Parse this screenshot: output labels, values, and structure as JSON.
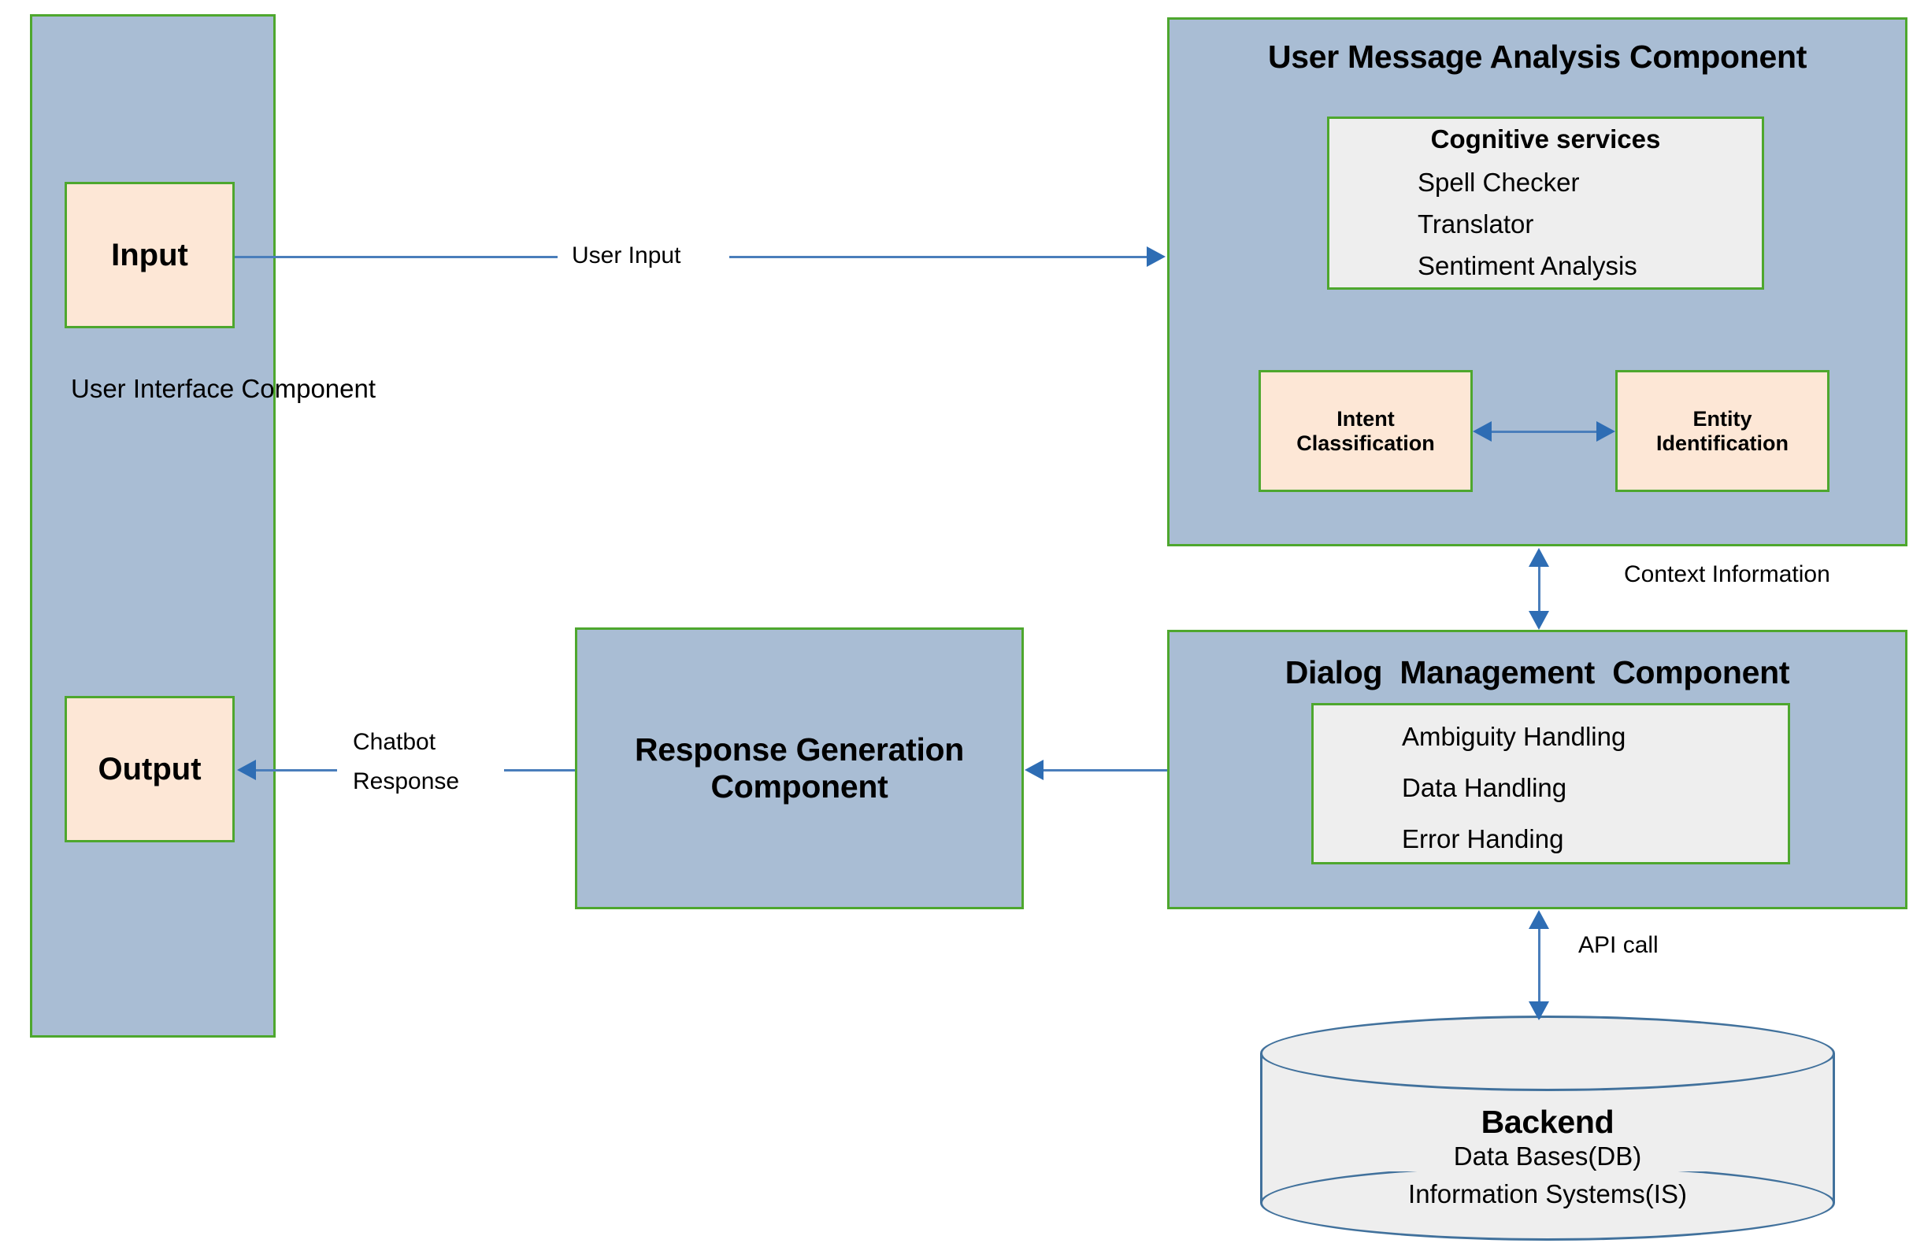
{
  "diagram": {
    "title": "Chatbot Architecture Component Diagram",
    "colors": {
      "component_fill": "#A9BDD4",
      "component_border": "#4EA72E",
      "io_fill": "#FDE7D6",
      "inner_panel_fill": "#EEEEEE",
      "arrow": "#4A7EBB",
      "arrow_head": "#2E6DB4",
      "cylinder_border": "#41719C",
      "background": "#FFFFFF"
    }
  },
  "user_interface_component": {
    "label": "User Interface Component",
    "input_box": {
      "label": "Input"
    },
    "output_box": {
      "label": "Output"
    }
  },
  "user_message_analysis_component": {
    "title": "User Message Analysis Component",
    "cognitive_services": {
      "title": "Cognitive services",
      "items": [
        "Spell Checker",
        "Translator",
        "Sentiment Analysis"
      ]
    },
    "intent_classification": {
      "line1": "Intent",
      "line2": "Classification"
    },
    "entity_identification": {
      "line1": "Entity",
      "line2": "Identification"
    }
  },
  "dialog_management_component": {
    "title": "Dialog  Management  Component",
    "items": [
      "Ambiguity Handling",
      "Data Handling",
      "Error Handing"
    ]
  },
  "response_generation_component": {
    "line1": "Response Generation",
    "line2": "Component"
  },
  "backend": {
    "title": "Backend",
    "line2": "Data Bases(DB)",
    "line3": "Information Systems(IS)"
  },
  "edges": {
    "user_input": "User Input",
    "chatbot_response_line1": "Chatbot",
    "chatbot_response_line2": "Response",
    "context_information": "Context Information",
    "api_call": "API call"
  }
}
